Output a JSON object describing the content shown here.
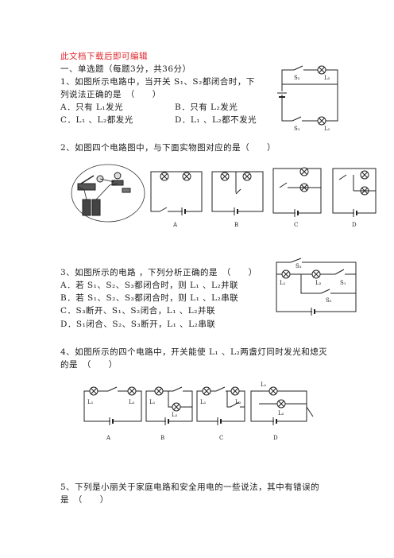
{
  "header": {
    "note": "此文档下载后即可编辑"
  },
  "section1": {
    "title": "一、单选题（每题3分，共36分）"
  },
  "q1": {
    "line1": "1、如图所示电路中，当开关 S₁、S₂都闭合时，下",
    "line2": "列说法正确的是　（　　）",
    "options": [
      "A．只有 L₁发光",
      "B．只有 L₂发光",
      "C．L₁ 、L₂都发光",
      "D．L₁ 、L₂都不发光"
    ],
    "figure_labels": [
      "S₂",
      "L₂",
      "S₁",
      "L₁"
    ]
  },
  "q2": {
    "line1": "2、如图四个电路图中，与下面实物图对应的是（　　）",
    "figure_labels": [
      "A",
      "B",
      "C",
      "D"
    ]
  },
  "q3": {
    "line1": "3、如图所示的电路 ，下列分析正确的是　（　　）",
    "options": [
      "A．若 S₁、S₂、S₃都闭合时，则 L₁ 、L₂并联",
      "B．若 S₁、S₂、S₃都闭合时，则 L₁ 、L₂串联",
      "C．S₃断开、S₁、S₂闭合，L₁ 、L₂并联",
      "D．S₁闭合、S₂、S₃断开，L₁ 、L₂串联"
    ],
    "figure_labels": [
      "S₃",
      "L₁",
      "L₂",
      "S₁",
      "S₂"
    ]
  },
  "q4": {
    "line1": "4、如图所示的四个电路中，开关能使 L₁ 、L₂两盏灯同时发光和熄灭",
    "line2": "的是　（　　）",
    "figure_labels": [
      "L₁",
      "L₂",
      "L₁",
      "L₂",
      "L₁",
      "L₂",
      "L₁",
      "L₂"
    ],
    "choice_labels": [
      "A",
      "B",
      "C",
      "D"
    ]
  },
  "q5": {
    "line1": "5、下列是小丽关于家庭电路和安全用电的一些说法，其中有错误的",
    "line2": "是　（　　）"
  }
}
